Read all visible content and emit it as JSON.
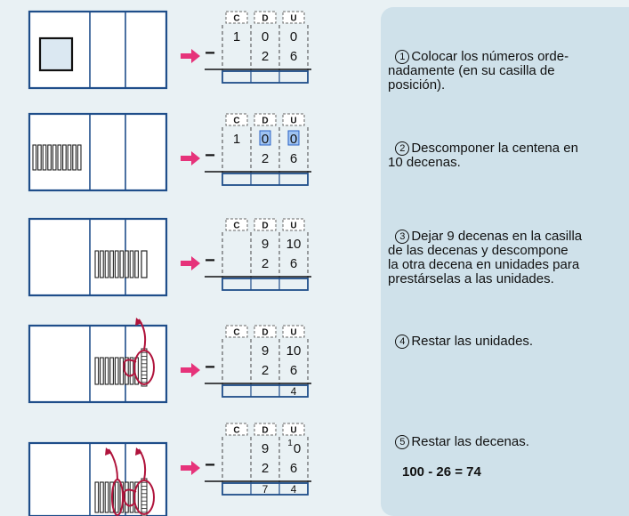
{
  "colors": {
    "background": "#e9f1f4",
    "panel": "#cfe1ea",
    "box_border": "#1f4e8a",
    "arrow": "#e6337a",
    "highlight": "#2b63c6",
    "curved_arrow": "#b0143c"
  },
  "table_headers": [
    "C",
    "D",
    "U"
  ],
  "rows": [
    {
      "cells": [
        [
          "1",
          "0",
          "0"
        ],
        [
          "",
          "2",
          "6"
        ],
        [
          "",
          "",
          ""
        ]
      ],
      "minus": "−",
      "tens_bars": 0,
      "ones_bars": 0,
      "hundred_square": true,
      "highlight_cells": [],
      "loops": []
    },
    {
      "cells": [
        [
          "1",
          "0",
          "0"
        ],
        [
          "",
          "2",
          "6"
        ],
        [
          "",
          "",
          ""
        ]
      ],
      "minus": "−",
      "tens_bars": 0,
      "ones_bars": 0,
      "hundred_bars": 10,
      "highlight_cells": [
        1,
        2
      ],
      "loops": []
    },
    {
      "cells": [
        [
          "",
          "9",
          "10"
        ],
        [
          "",
          "2",
          "6"
        ],
        [
          "",
          "",
          ""
        ]
      ],
      "minus": "−",
      "tens_bars": 9,
      "ones_bars": 1,
      "highlight_cells": [],
      "loops": []
    },
    {
      "cells": [
        [
          "",
          "9",
          "10"
        ],
        [
          "",
          "2",
          "6"
        ],
        [
          "",
          "",
          "4"
        ]
      ],
      "minus": "−",
      "tens_bars": 9,
      "ones_bars": 0,
      "ones_unit_group": 10,
      "highlight_cells": [],
      "loops": [
        "ones"
      ]
    },
    {
      "cells": [
        [
          "",
          "9",
          "10"
        ],
        [
          "",
          "2",
          "6"
        ],
        [
          "",
          "7",
          "4"
        ]
      ],
      "superscript_cell": {
        "row": 0,
        "col": 2,
        "sup": "1",
        "base": "0"
      },
      "minus": "−",
      "tens_bars": 9,
      "ones_bars": 0,
      "ones_unit_group": 10,
      "highlight_cells": [],
      "loops": [
        "tens",
        "ones"
      ]
    }
  ],
  "steps": [
    {
      "num": "1",
      "text": "Colocar los números orde-\nnadamente (en su casilla de\nposición)."
    },
    {
      "num": "2",
      "text": "Descomponer la centena en\n10 decenas."
    },
    {
      "num": "3",
      "text": "Dejar 9 decenas en la casilla\nde las decenas y descompone\nla otra decena en unidades para\nprestárselas a las unidades."
    },
    {
      "num": "4",
      "text": "Restar las unidades."
    },
    {
      "num": "5",
      "text": "Restar las decenas.",
      "equation": "100 - 26 = 74"
    }
  ]
}
